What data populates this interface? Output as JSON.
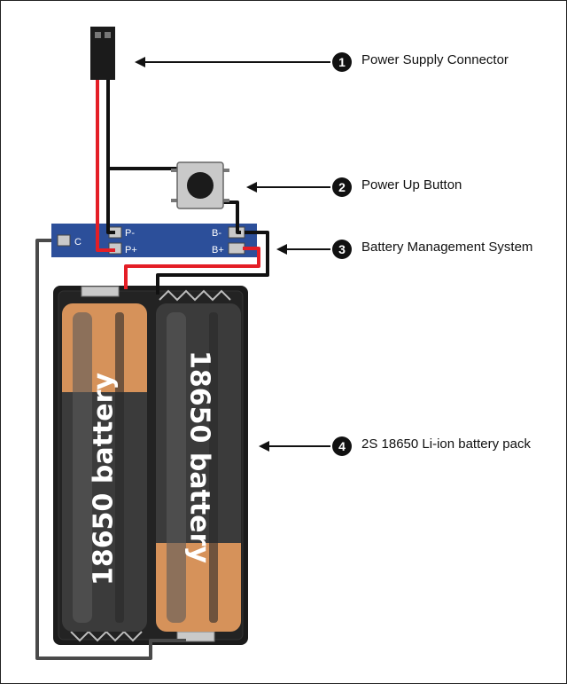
{
  "callouts": [
    {
      "number": "1",
      "label": "Power Supply Connector"
    },
    {
      "number": "2",
      "label": "Power Up Button"
    },
    {
      "number": "3",
      "label": "Battery Management System"
    },
    {
      "number": "4",
      "label": "2S 18650 Li-ion battery pack"
    }
  ],
  "bms": {
    "pins": {
      "p_minus": "P-",
      "p_plus": "P+",
      "b_minus": "B-",
      "b_plus": "B+",
      "c": "C"
    }
  },
  "batteries": [
    {
      "label": "18650 battery"
    },
    {
      "label": "18650 battery"
    }
  ],
  "colors": {
    "positive_wire": "#e41e26",
    "negative_wire": "#111111",
    "balance_wire": "#4a4a4a",
    "board": "#2c4f9a",
    "cell_wrap": "#d6925a",
    "holder": "#1b1b1b"
  }
}
